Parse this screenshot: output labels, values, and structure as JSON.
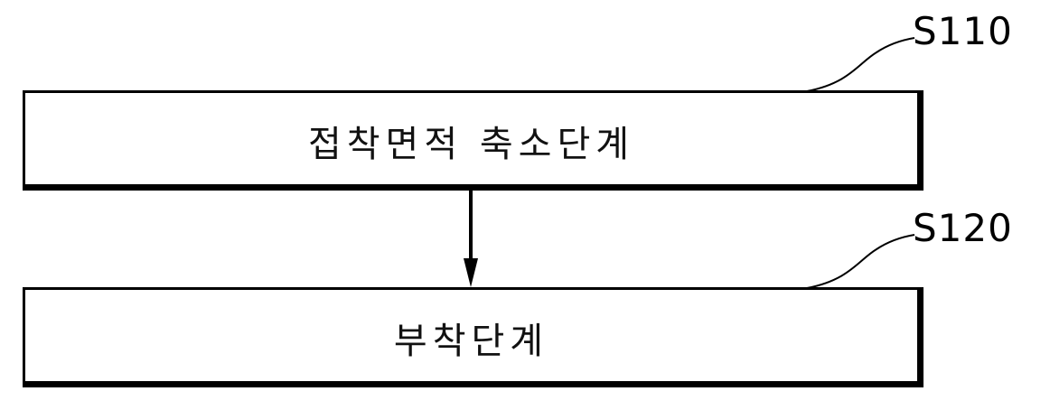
{
  "steps": [
    {
      "label": "S110",
      "text": "접착면적 축소단계"
    },
    {
      "label": "S120",
      "text": "부착단계"
    }
  ],
  "colors": {
    "line": "#000000",
    "background": "#ffffff"
  }
}
